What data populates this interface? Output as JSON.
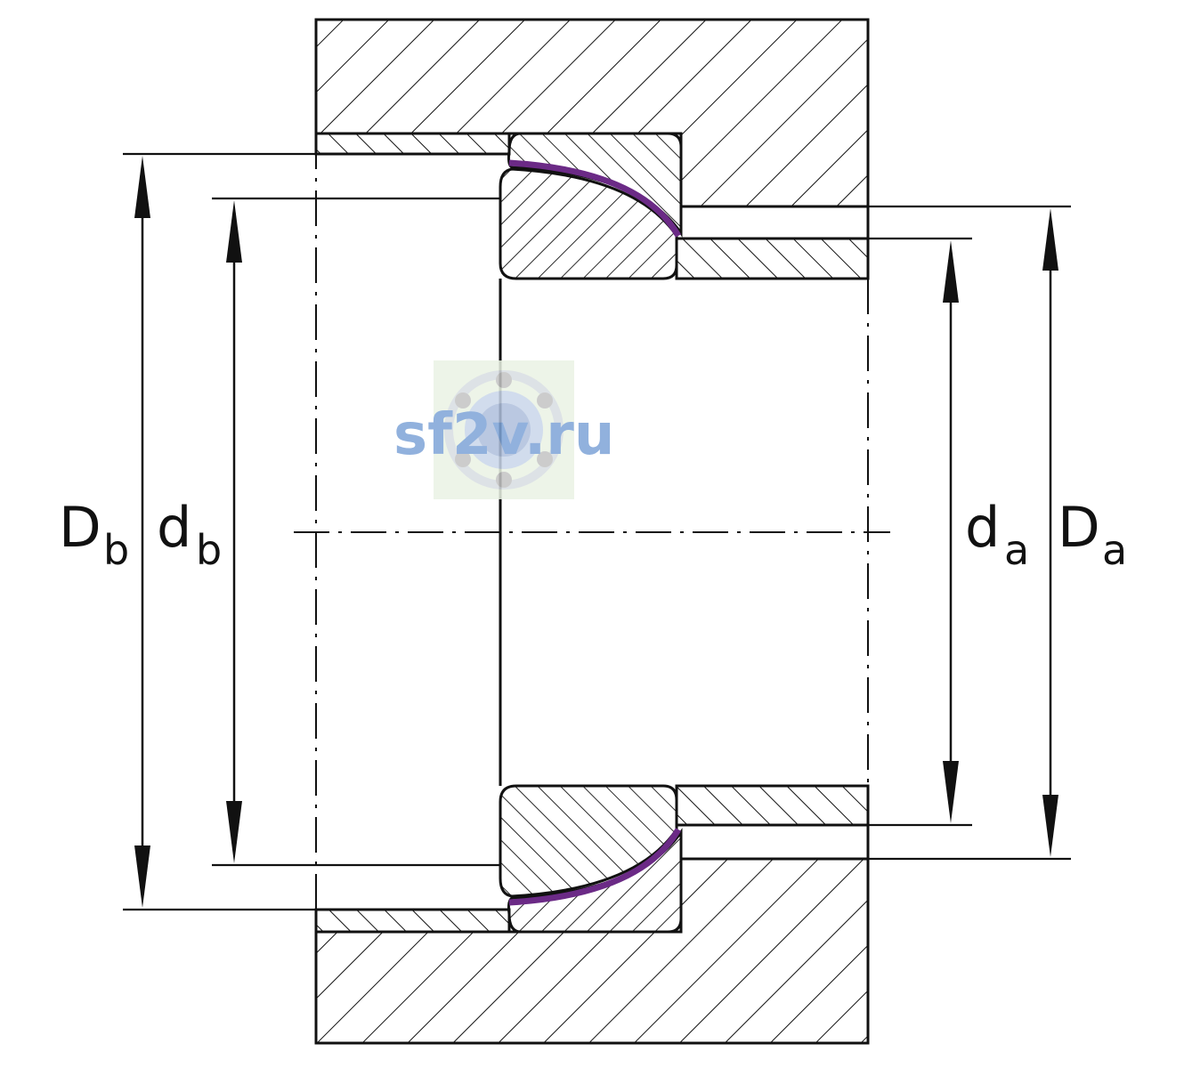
{
  "labels": {
    "Db_main": "D",
    "Db_sub": "b",
    "db_main": "d",
    "db_sub": "b",
    "da_main": "d",
    "da_sub": "a",
    "Da_main": "D",
    "Da_sub": "a"
  },
  "watermark": {
    "text": "sf2v.ru"
  },
  "colors": {
    "line": "#111111",
    "liner": "#6b2a86",
    "watermark_text": "#7ea4d8",
    "watermark_bg": "#eaf3e4"
  }
}
